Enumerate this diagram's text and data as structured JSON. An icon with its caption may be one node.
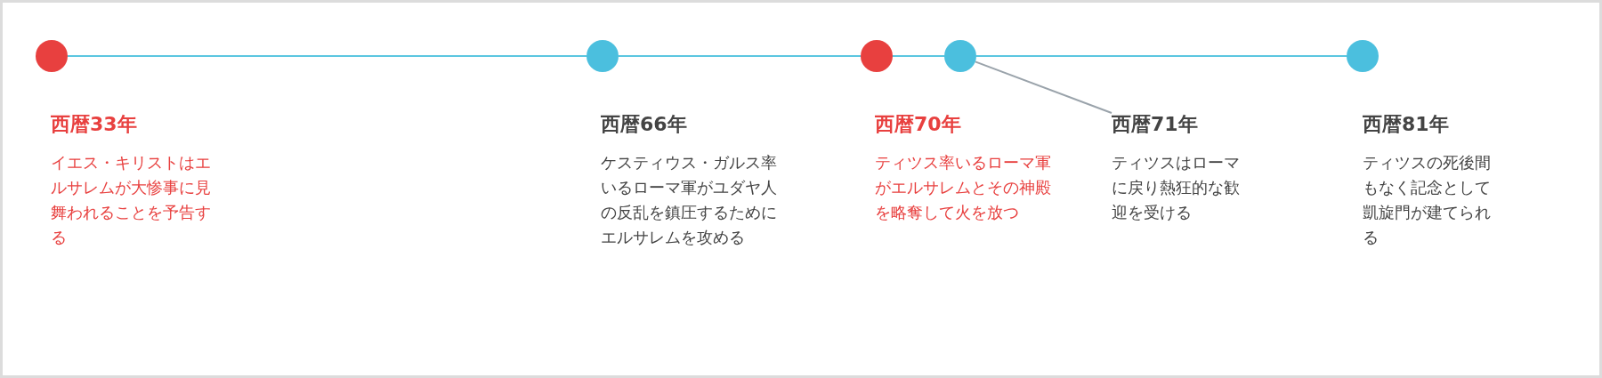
{
  "diagram": {
    "nodes": [
      {
        "text": [],
        "shape": "circle"
      },
      {
        "text": [],
        "shape": "circle"
      },
      {
        "text": [],
        "shape": "circle"
      },
      {
        "text": [],
        "shape": "circle"
      },
      {
        "text": [],
        "shape": "circle"
      },
      {
        "text": [
          "西暦33年",
          "イエス・キリストはエルサレムが大惨事に見舞われることを予告する"
        ]
      },
      {
        "text": [
          "西暦66年",
          "ケスティウス・ガルス率いるローマ軍がユダヤ人の反乱を鎮圧するためにエルサレムを攻める"
        ]
      },
      {
        "text": [
          "西暦70年",
          "ティツス率いるローマ軍がエルサレムとその神殿を略奪して火を放つ"
        ]
      },
      {
        "text": [
          "西暦71年",
          "ティツスはローマに戻り熱狂的な歓迎を受ける"
        ]
      },
      {
        "text": [
          "西暦81年",
          "ティツスの死後間もなく記念として凱旋門が建てられる"
        ]
      }
    ],
    "edges": [
      {
        "from": 0,
        "to": 1,
        "arrow": "none"
      },
      {
        "from": 1,
        "to": 2,
        "arrow": "none"
      },
      {
        "from": 2,
        "to": 3,
        "arrow": "none"
      },
      {
        "from": 3,
        "to": 4,
        "arrow": "none"
      },
      {
        "from": 3,
        "to": 8,
        "arrow": "none",
        "color": "#9aa3ab"
      }
    ]
  }
}
